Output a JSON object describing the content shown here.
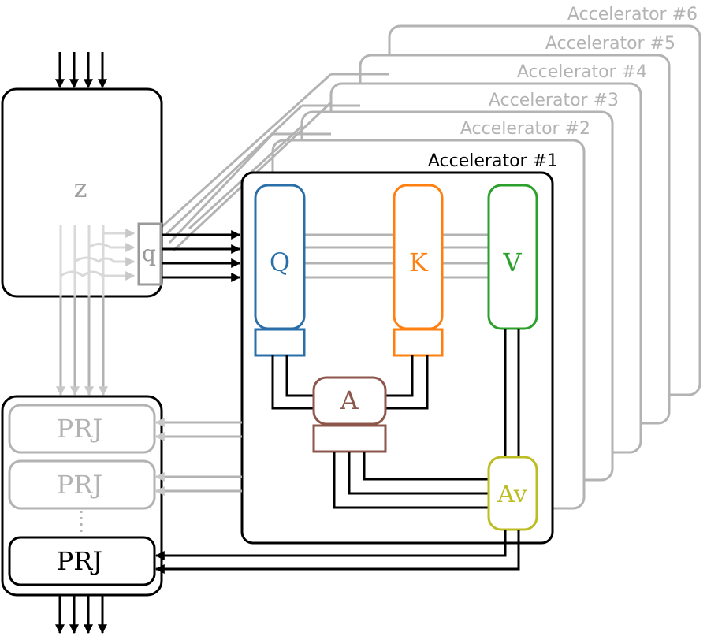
{
  "accelerators": [
    "Accelerator #6",
    "Accelerator #5",
    "Accelerator #4",
    "Accelerator #3",
    "Accelerator #2",
    "Accelerator #1"
  ],
  "blocks": {
    "z": "z",
    "q": "q",
    "Q": "Q",
    "K": "K",
    "V": "V",
    "A": "A",
    "Av": "Av",
    "prj": [
      "PRJ",
      "PRJ",
      "PRJ"
    ]
  },
  "colors": {
    "Q": "#2a6fa8",
    "K": "#ff8010",
    "V": "#2ca02c",
    "A": "#8c564b",
    "Av": "#bcbd22",
    "inactive": "#b3b3b3",
    "wire": "#000000"
  }
}
